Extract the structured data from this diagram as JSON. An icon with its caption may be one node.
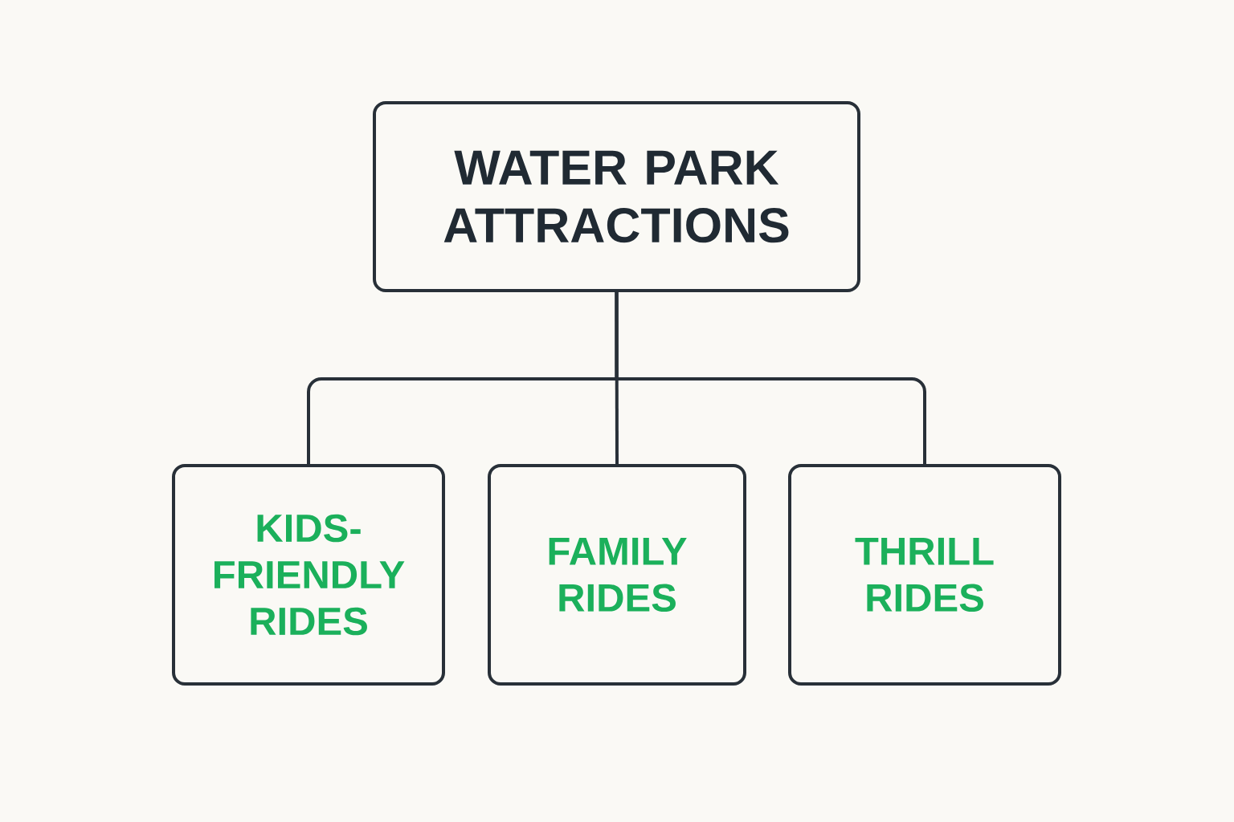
{
  "diagram": {
    "nodes": [
      {
        "text": [
          "WATER PARK ATTRACTIONS"
        ]
      },
      {
        "text": [
          "KIDS-FRIENDLY RIDES"
        ]
      },
      {
        "text": [
          "FAMILY RIDES"
        ]
      },
      {
        "text": [
          "THRILL RIDES"
        ]
      }
    ],
    "edges": [
      {
        "from": 0,
        "to": 1,
        "arrow": "none"
      },
      {
        "from": 0,
        "to": 2,
        "arrow": "none"
      },
      {
        "from": 0,
        "to": 3,
        "arrow": "none"
      }
    ]
  }
}
